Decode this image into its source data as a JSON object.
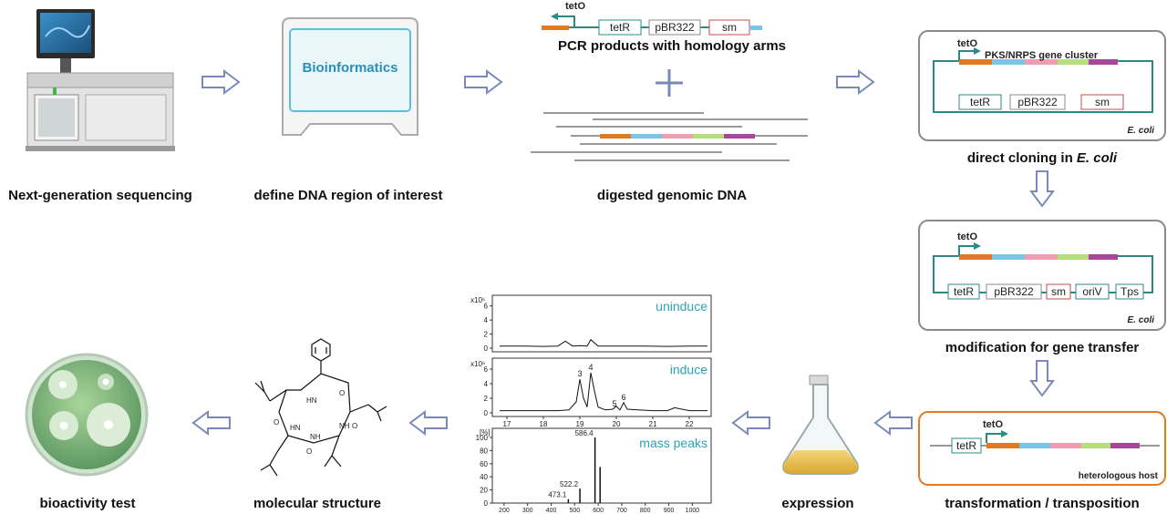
{
  "labels": {
    "ngs": "Next-generation sequencing",
    "define": "define DNA region of interest",
    "digested": "digested genomic DNA",
    "pcr": "PCR products with homology arms",
    "direct": "direct cloning in ",
    "direct_ecoli": "E. coli",
    "modification": "modification for gene transfer",
    "transformation": "transformation / transposition",
    "expression": "expression",
    "molecular": "molecular structure",
    "bioactivity": "bioactivity test"
  },
  "bioinformatics": "Bioinformatics",
  "constructs": {
    "tetO": "tetO",
    "tetR": "tetR",
    "pBR322": "pBR322",
    "sm": "sm",
    "oriV": "oriV",
    "Tps": "Tps",
    "pks": "PKS/NRPS gene cluster",
    "ecoli": "E. coli",
    "host": "heterologous host"
  },
  "colors": {
    "orange": "#e07b24",
    "blue": "#7cc4e6",
    "pink": "#ef9db0",
    "green": "#b7de7d",
    "purple": "#a8479a",
    "teal": "#2c8a86",
    "arrow": "#7a8ab8"
  },
  "chart_data": [
    {
      "type": "line",
      "title": "uninduce",
      "ylabel": "x10⁶",
      "yticks": [
        "0",
        "2",
        "4",
        "6"
      ],
      "ylim": [
        0,
        7
      ],
      "x": [
        16.8,
        17.5,
        18,
        18.4,
        18.6,
        18.8,
        19,
        19.2,
        19.3,
        19.5,
        19.8,
        20.2,
        20.8,
        21.4,
        22,
        22.5
      ],
      "y": [
        0.3,
        0.3,
        0.25,
        0.3,
        1.0,
        0.3,
        0.35,
        0.3,
        1.2,
        0.3,
        0.3,
        0.3,
        0.3,
        0.25,
        0.3,
        0.3
      ]
    },
    {
      "type": "line",
      "title": "induce",
      "ylabel": "x10⁶",
      "yticks": [
        "0",
        "2",
        "4",
        "6"
      ],
      "ylim": [
        0,
        7
      ],
      "x_ticks": [
        "17",
        "18",
        "19",
        "20",
        "21",
        "22"
      ],
      "x": [
        16.8,
        17.5,
        18,
        18.4,
        18.7,
        18.9,
        19.0,
        19.1,
        19.2,
        19.3,
        19.4,
        19.5,
        19.7,
        19.9,
        20.0,
        20.1,
        20.2,
        20.3,
        20.6,
        21,
        21.4,
        21.6,
        22,
        22.5
      ],
      "y": [
        0.3,
        0.3,
        0.3,
        0.3,
        0.4,
        1.5,
        4.6,
        2.0,
        0.8,
        5.5,
        3.0,
        0.8,
        0.4,
        0.5,
        0.9,
        0.4,
        1.4,
        0.5,
        0.4,
        0.3,
        0.3,
        0.7,
        0.3,
        0.3
      ],
      "annotations": [
        {
          "x": 19.0,
          "text": "3"
        },
        {
          "x": 19.3,
          "text": "4"
        },
        {
          "x": 19.95,
          "text": "5"
        },
        {
          "x": 20.2,
          "text": "6"
        }
      ]
    },
    {
      "type": "bar",
      "title": "mass peaks",
      "ylabel": "[%]",
      "yticks": [
        "0",
        "20",
        "40",
        "60",
        "80",
        "100"
      ],
      "ylim": [
        0,
        100
      ],
      "xlim": [
        150,
        1080
      ],
      "x_ticks": [
        "200",
        "300",
        "400",
        "500",
        "600",
        "700",
        "800",
        "900",
        "1000"
      ],
      "x": [
        473.1,
        522.2,
        586.4,
        608.0
      ],
      "values": [
        6,
        22,
        100,
        55
      ],
      "peak_labels": [
        "473.1",
        "522.2",
        "586.4",
        ""
      ]
    }
  ]
}
